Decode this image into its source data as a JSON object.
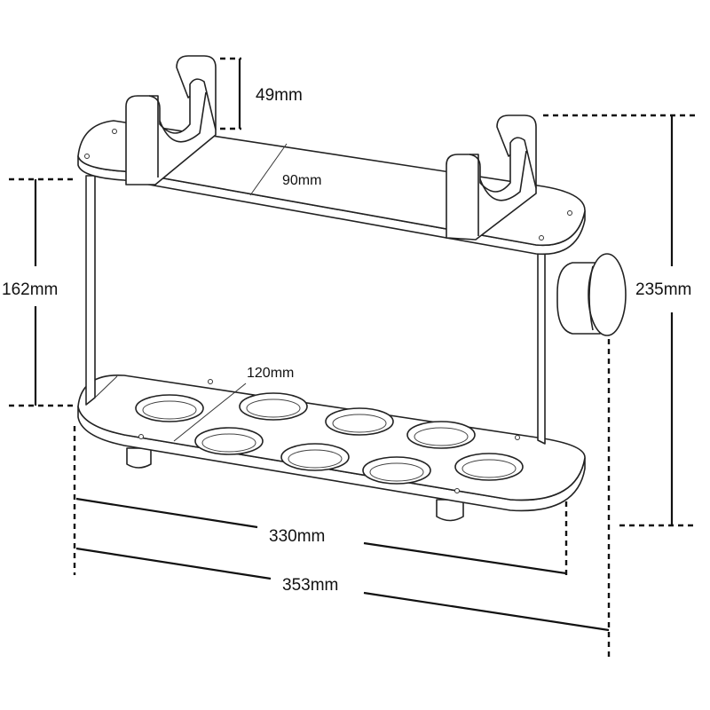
{
  "dimensions": {
    "cradle_height": "49mm",
    "top_depth": "90mm",
    "side_height": "162mm",
    "total_height": "235mm",
    "base_depth": "120mm",
    "inner_width": "330mm",
    "total_width": "353mm"
  },
  "colors": {
    "line": "#222222",
    "background": "#ffffff"
  }
}
